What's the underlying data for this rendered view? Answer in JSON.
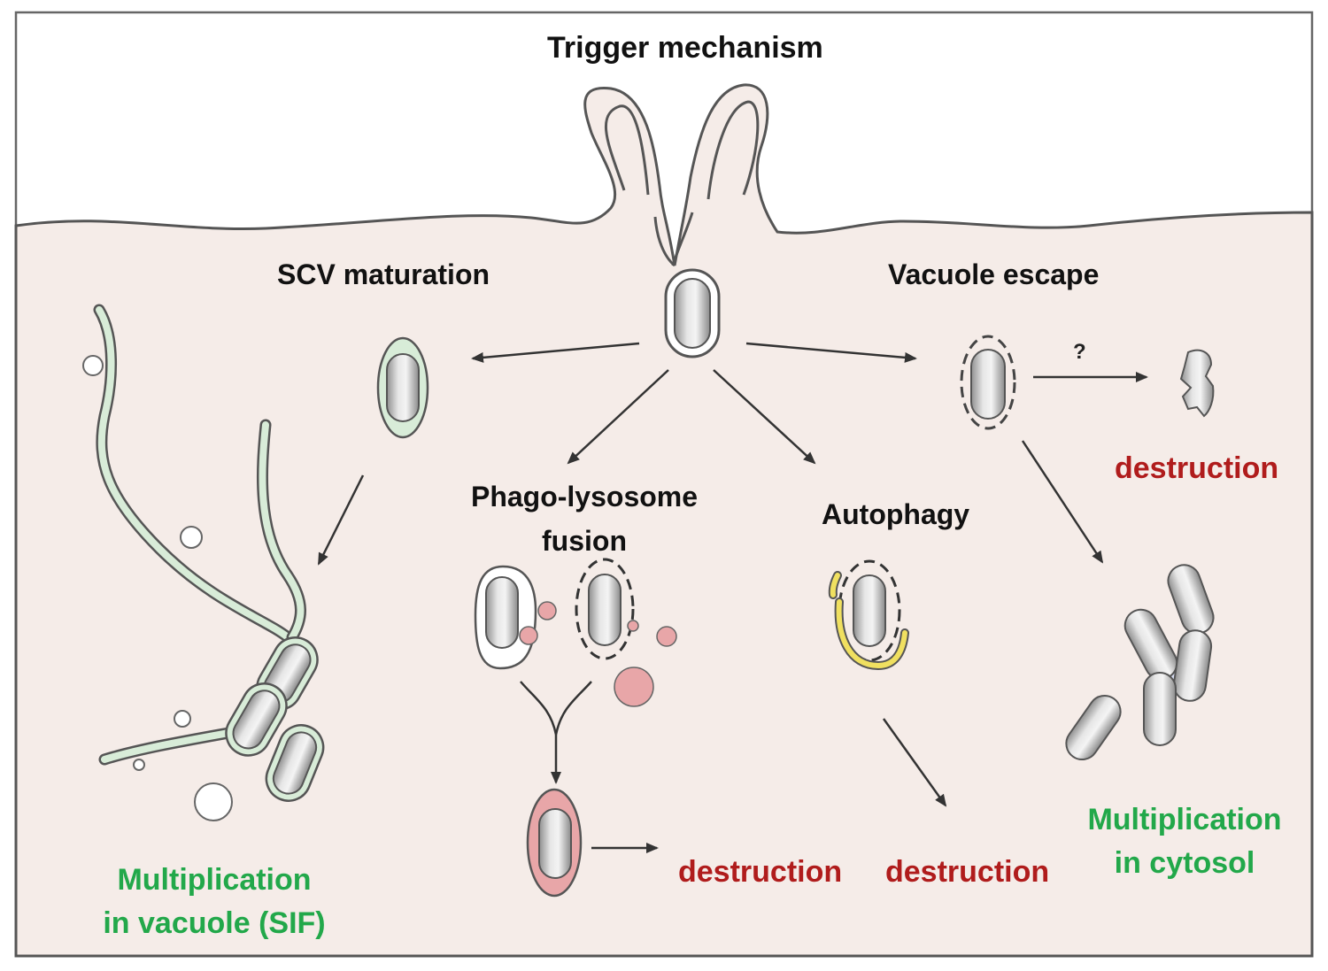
{
  "labels": {
    "trigger": "Trigger mechanism",
    "scv": "SCV maturation",
    "vacuole_escape": "Vacuole escape",
    "phago_line1": "Phago-lysosome",
    "phago_line2": "fusion",
    "autophagy": "Autophagy",
    "question": "?",
    "destruction_escape": "destruction",
    "destruction_phago": "destruction",
    "destruction_autophagy": "destruction",
    "mult_vacuole_line1": "Multiplication",
    "mult_vacuole_line2": "in vacuole (SIF)",
    "mult_cytosol_line1": "Multiplication",
    "mult_cytosol_line2": "in cytosol"
  },
  "colors": {
    "cytoplasm": "#f5ece8",
    "membrane": "#555555",
    "scv_green": "#d8ecd8",
    "lysosome_pink": "#e8a6a8",
    "autophagy_yellow": "#f0e060",
    "destruction_red": "#b01c1c",
    "multiplication_green": "#22a84a",
    "bacterium_gray": "#c8c8c8"
  }
}
